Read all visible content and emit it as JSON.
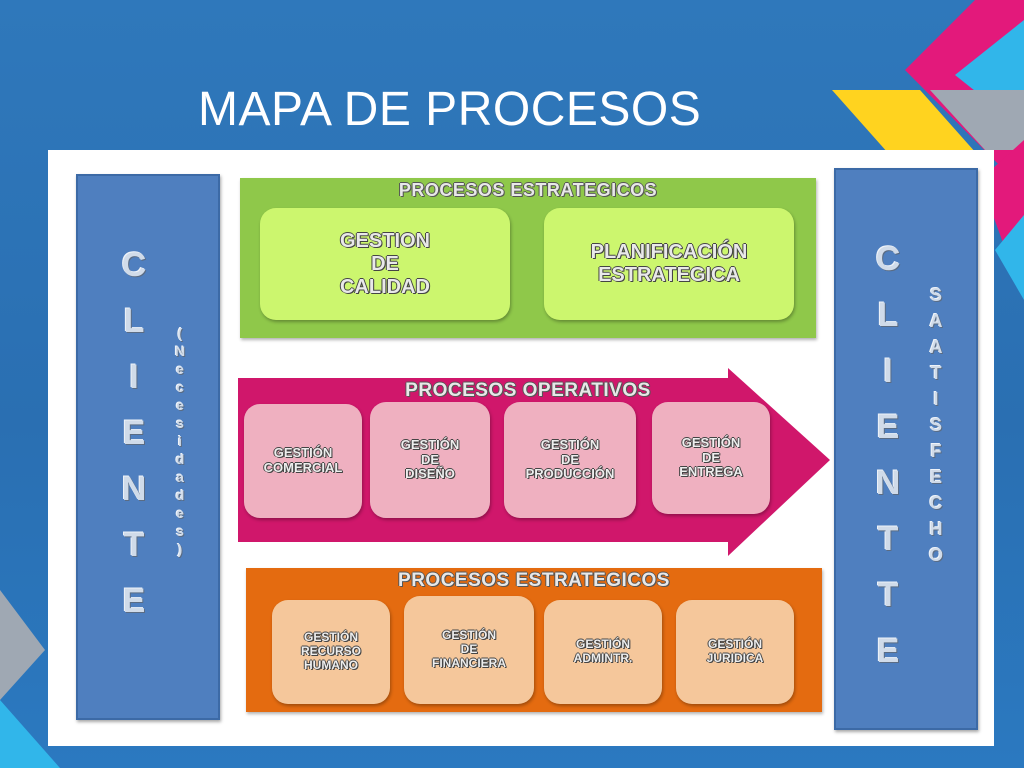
{
  "title": "MAPA DE PROCESOS",
  "colors": {
    "background": "#2f78bb",
    "client_panel": "#4f7fbf",
    "strategic_band": "#8fc84a",
    "operative_band": "#d0176b",
    "support_band": "#e46b10",
    "accent_magenta": "#e3197b",
    "accent_yellow": "#ffd31f",
    "accent_cyan": "#31b6ea"
  },
  "left_client": {
    "letters": [
      "C",
      "L",
      "I",
      "E",
      "N",
      "T",
      "E"
    ],
    "note": [
      "(",
      "N",
      "e",
      "c",
      "e",
      "s",
      "i",
      "d",
      "a",
      "d",
      "e",
      "s",
      ")"
    ]
  },
  "right_client": {
    "letters": [
      "C",
      "L",
      "I",
      "E",
      "N",
      "T",
      "T",
      "E"
    ],
    "note": [
      "S",
      "A",
      "A",
      "T",
      "I",
      "S",
      "F",
      "E",
      "C",
      "H",
      "O"
    ]
  },
  "strategic": {
    "title": "PROCESOS ESTRATEGICOS",
    "boxes": [
      "GESTION\nDE\nCALIDAD",
      "PLANIFICACIÓN\nESTRATEGICA"
    ]
  },
  "operative": {
    "title": "PROCESOS OPERATIVOS",
    "boxes": [
      "GESTIÓN\nCOMERCIAL",
      "GESTIÓN\nDE\nDISEÑO",
      "GESTIÓN\nDE\nPRODUCCIÓN",
      "GESTIÓN\nDE\nENTREGA"
    ]
  },
  "support": {
    "title": "PROCESOS ESTRATEGICOS",
    "boxes": [
      "GESTIÓN\nRECURSO\nHUMANO",
      "GESTIÓN\nDE\nFINANCIERA",
      "GESTIÓN\nADMINTR.",
      "GESTIÓN\nJURIDICA"
    ]
  }
}
